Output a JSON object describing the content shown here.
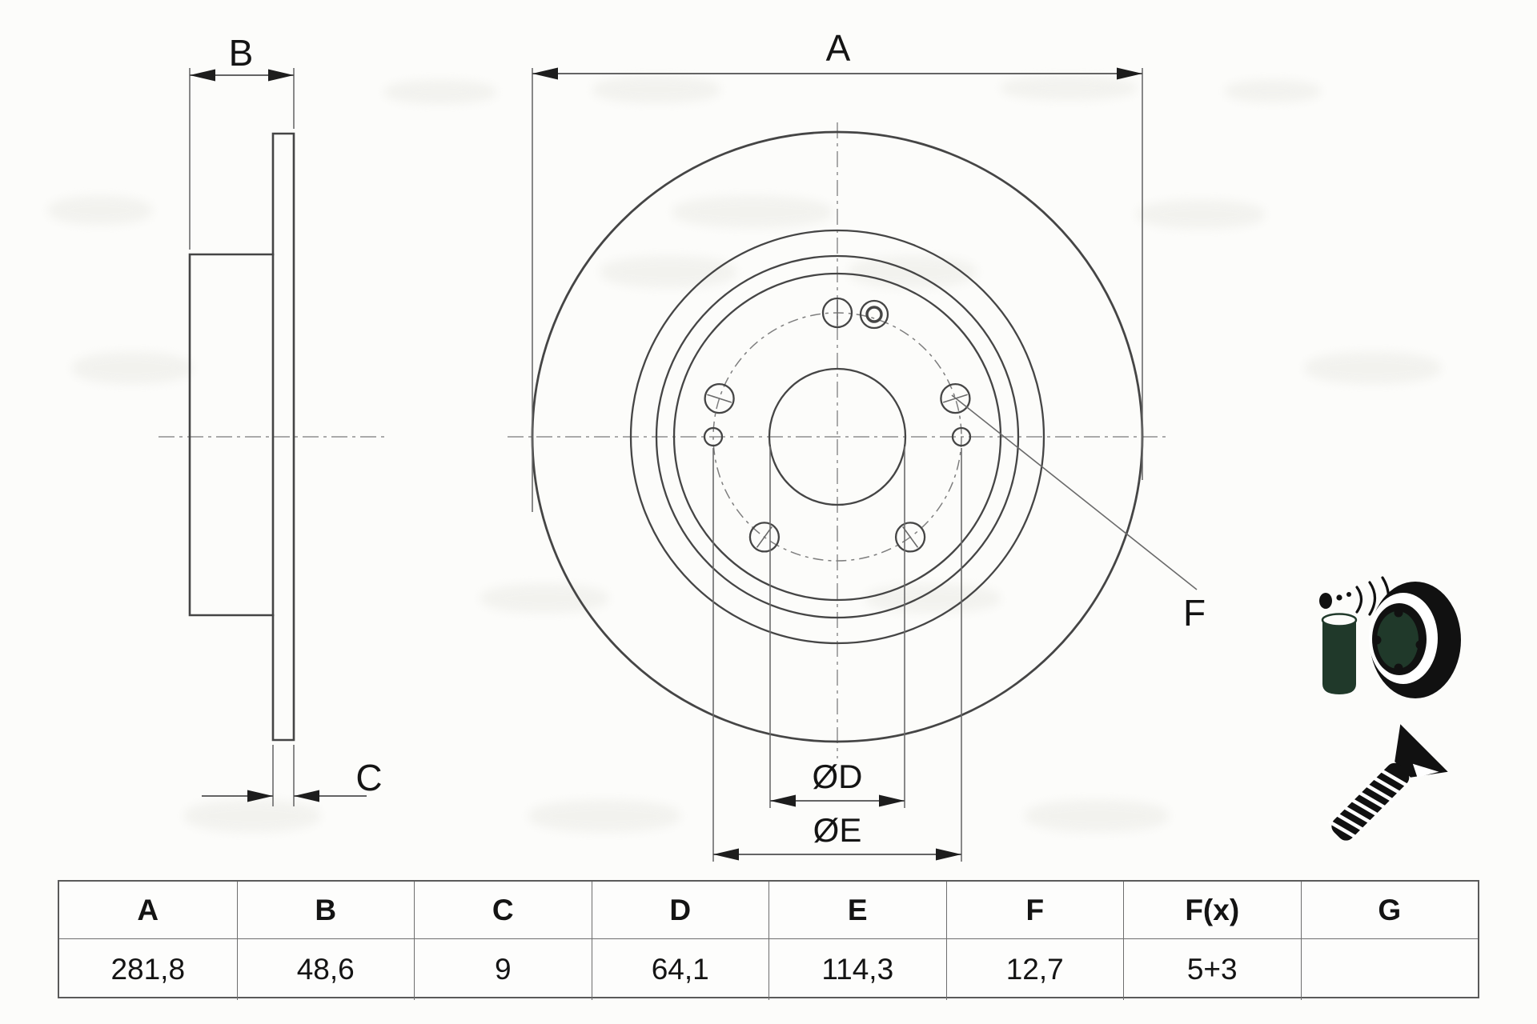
{
  "drawing": {
    "title_hint": "brake disc technical drawing, side section and front view",
    "dimension_labels": {
      "a": "A",
      "b": "B",
      "c": "C",
      "d": "ØD",
      "e": "ØE",
      "f": "F"
    }
  },
  "table": {
    "headers": [
      "A",
      "B",
      "C",
      "D",
      "E",
      "F",
      "F(x)",
      "G"
    ],
    "values": [
      "281,8",
      "48,6",
      "9",
      "64,1",
      "114,3",
      "12,7",
      "5+3",
      ""
    ]
  },
  "icons": {
    "sleeve": "mounting-sleeve-with-spray-marks",
    "hub": "wheel-hub-four-hole-face",
    "screw": "countersunk-locating-screw"
  },
  "colors": {
    "line": "#454545",
    "thin_line": "#6b6b6b",
    "centerline": "#8f8f8f",
    "text": "#141414",
    "icon_black": "#111111",
    "icon_green": "#20392a",
    "background": "#fcfcfa",
    "table_border": "#5a5a5a"
  }
}
